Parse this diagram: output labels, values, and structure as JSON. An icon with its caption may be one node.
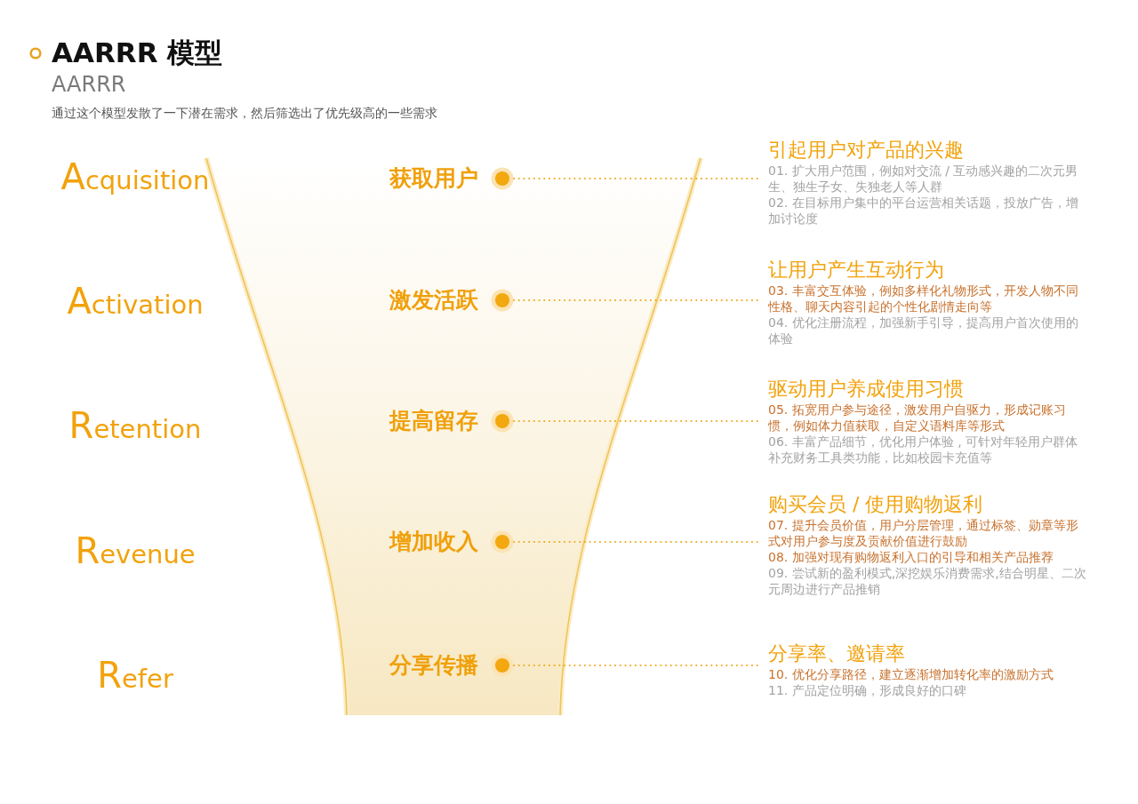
{
  "diagram": {
    "title": "AARRR 模型",
    "nodes": [
      {
        "text": [],
        "shape": "funnel"
      },
      {
        "text": [
          "获取用户"
        ],
        "in": 0
      },
      {
        "text": [
          "引起用户对产品的兴趣",
          "01. 扩大用户范围，例如对交流 / 互动感兴趣的二次元男生、独生子女、失独老人等人群",
          "02. 在目标用户集中的平台运营相关话题，投放广告，增加讨论度"
        ]
      },
      {
        "text": [
          "激发活跃"
        ],
        "in": 0
      },
      {
        "text": [
          "让用户产生互动行为",
          "03. 丰富交互体验，例如多样化礼物形式，开发人物不同性格、聊天内容引起的个性化剧情走向等",
          "04. 优化注册流程，加强新手引导，提高用户首次使用的体验"
        ]
      },
      {
        "text": [
          "提高留存"
        ],
        "in": 0
      },
      {
        "text": [
          "驱动用户养成使用习惯",
          "05. 拓宽用户参与途径，激发用户自驱力，形成记账习惯，例如体力值获取，自定义语料库等形式",
          "06. 丰富产品细节，优化用户体验 , 可针对年轻用户群体补充财务工具类功能，比如校园卡充值等"
        ]
      },
      {
        "text": [
          "增加收入"
        ],
        "in": 0
      },
      {
        "text": [
          "购买会员 / 使用购物返利",
          "07. 提升会员价值，用户分层管理，通过标签、勋章等形式对用户参与度及贡献价值进行鼓励",
          "08. 加强对现有购物返利入口的引导和相关产品推荐",
          "09. 尝试新的盈利模式,深挖娱乐消费需求,结合明星、二次元周边进行产品推销"
        ]
      },
      {
        "text": [
          "分享传播"
        ],
        "in": 0
      },
      {
        "text": [
          "分享率、邀请率",
          "10. 优化分享路径，建立逐渐增加转化率的激励方式",
          "11. 产品定位明确，形成良好的口碑"
        ]
      }
    ],
    "edges": [
      {
        "from": 1,
        "to": 2,
        "arrow": "none",
        "style": "dashed"
      },
      {
        "from": 3,
        "to": 4,
        "arrow": "none",
        "style": "dashed"
      },
      {
        "from": 5,
        "to": 6,
        "arrow": "none",
        "style": "dashed"
      },
      {
        "from": 7,
        "to": 8,
        "arrow": "none",
        "style": "dashed"
      },
      {
        "from": 9,
        "to": 10,
        "arrow": "none",
        "style": "dashed"
      }
    ],
    "labels": [
      "AARRR",
      "通过这个模型发散了一下潜在需求，然后筛选出了优先级高的一些需求",
      "Acquisition",
      "Activation",
      "Retention",
      "Revenue",
      "Refer"
    ]
  }
}
